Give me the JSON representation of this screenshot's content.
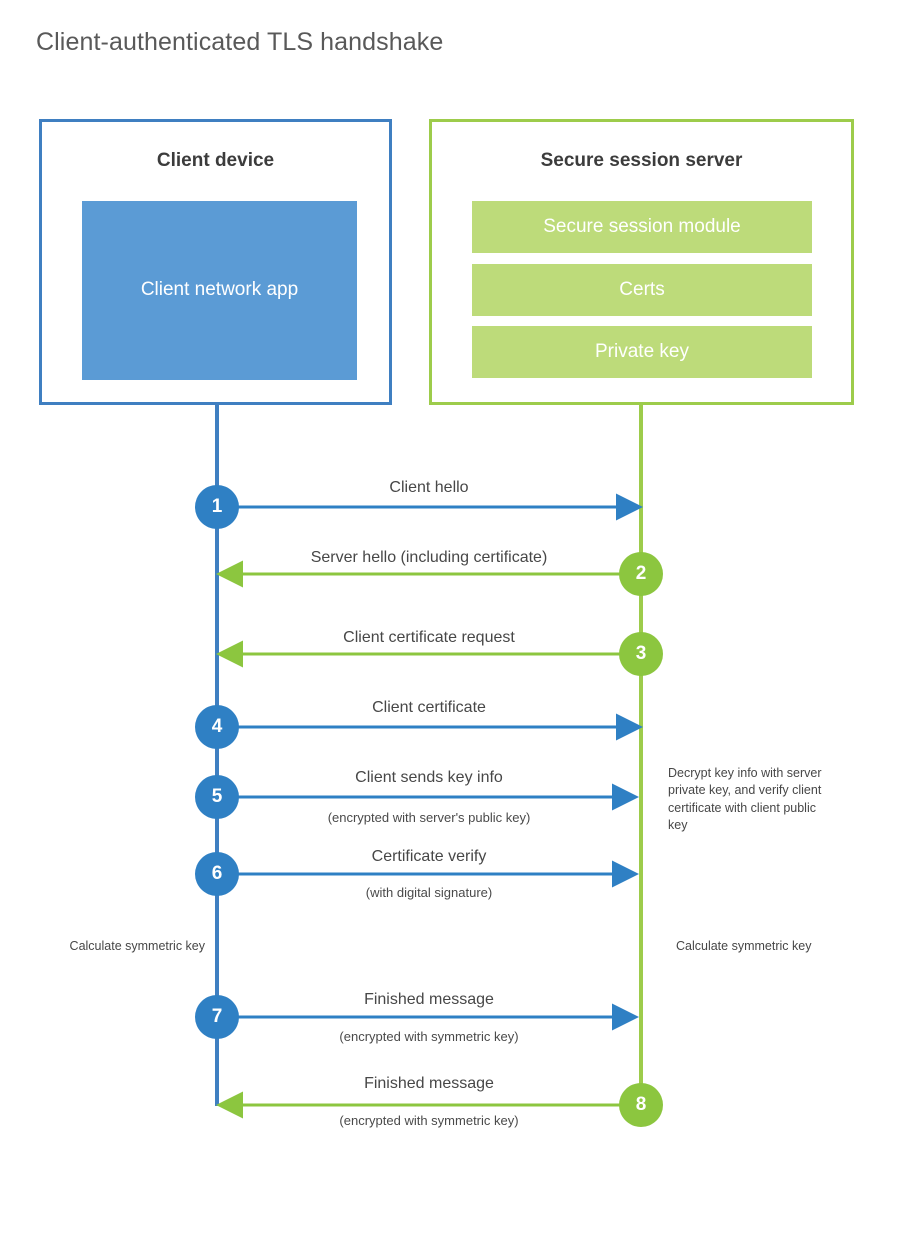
{
  "title": "Client-authenticated TLS handshake",
  "colors": {
    "client_border": "#3f7fc1",
    "client_fill": "#5b9bd5",
    "client_line": "#3f7fc1",
    "client_step": "#2f80c4",
    "server_border": "#9dcc4b",
    "server_fill": "#bddb7a",
    "server_line": "#9dcc4b",
    "server_step": "#8cc63f",
    "title_text": "#595959",
    "body_text": "#474747"
  },
  "actors": {
    "client": {
      "title": "Client device",
      "blocks": [
        {
          "label": "Client network app"
        }
      ]
    },
    "server": {
      "title": "Secure session server",
      "blocks": [
        {
          "label": "Secure session module"
        },
        {
          "label": "Certs"
        },
        {
          "label": "Private key"
        }
      ]
    }
  },
  "steps": [
    {
      "number": "1",
      "label": "Client hello",
      "sub": "",
      "side": "client",
      "direction": "right"
    },
    {
      "number": "2",
      "label": "Server hello (including certificate)",
      "sub": "",
      "side": "server",
      "direction": "left"
    },
    {
      "number": "3",
      "label": "Client certificate request",
      "sub": "",
      "side": "server",
      "direction": "left"
    },
    {
      "number": "4",
      "label": "Client certificate",
      "sub": "",
      "side": "client",
      "direction": "right"
    },
    {
      "number": "5",
      "label": "Client sends key info",
      "sub": "(encrypted with server's public key)",
      "side": "client",
      "direction": "right"
    },
    {
      "number": "6",
      "label": "Certificate verify",
      "sub": "(with digital signature)",
      "side": "client",
      "direction": "right"
    },
    {
      "number": "7",
      "label": "Finished message",
      "sub": "(encrypted with symmetric key)",
      "side": "client",
      "direction": "right"
    },
    {
      "number": "8",
      "label": "Finished message",
      "sub": "(encrypted with symmetric key)",
      "side": "server",
      "direction": "left"
    }
  ],
  "notes": {
    "server_decrypt": "Decrypt key info with server private key, and verify client certificate with client public key",
    "client_calc": "Calculate symmetric key",
    "server_calc": "Calculate symmetric key"
  }
}
